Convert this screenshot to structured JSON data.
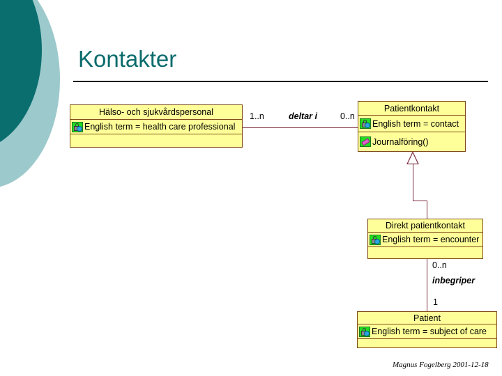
{
  "slide": {
    "title": "Kontakter",
    "footer": "Magnus Fogelberg 2001-12-18",
    "accent_dark": "#0A6E6E",
    "accent_light": "#9CC9CC",
    "box_fill": "#FFFF99",
    "box_border": "#7F4A17",
    "connector_color": "#7B2D3E"
  },
  "classes": {
    "health_care_professional": {
      "name": "Hälso- och sjukvårdspersonal",
      "attribute": "English term = health care professional",
      "operation": "",
      "attr_icon": "lock-attribute-icon",
      "empty_compartment": ""
    },
    "patient_contact": {
      "name": "Patientkontakt",
      "attribute": "English term = contact",
      "operation": "Journalföring()",
      "attr_icon": "lock-attribute-icon",
      "op_icon": "operation-icon"
    },
    "direct_patient_contact": {
      "name": "Direkt patientkontakt",
      "attribute": "English term = encounter",
      "operation": "",
      "attr_icon": "lock-attribute-icon",
      "empty_compartment": ""
    },
    "patient": {
      "name": "Patient",
      "attribute": "English term = subject of care",
      "operation": "",
      "attr_icon": "lock-attribute-icon",
      "empty_compartment": ""
    }
  },
  "associations": {
    "deltar_i": {
      "source_multiplicity": "1..n",
      "label": "deltar i",
      "target_multiplicity": "0..n"
    },
    "inbegriper": {
      "source_multiplicity": "0..n",
      "label": "inbegriper",
      "target_multiplicity": "1"
    }
  },
  "generalization": {
    "name": "generalization-arrow",
    "from": "Direkt patientkontakt",
    "to": "Patientkontakt"
  }
}
